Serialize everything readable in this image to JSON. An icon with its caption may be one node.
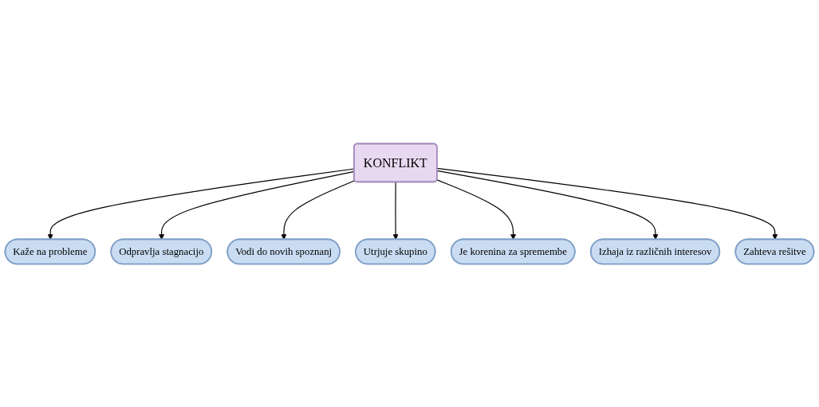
{
  "diagram": {
    "nodes": [
      {
        "text": [
          "Kaže na probleme"
        ]
      },
      {
        "text": [
          "Zahteva rešitve"
        ]
      },
      {
        "text": [
          "KONFLIKT"
        ]
      },
      {
        "text": [
          "Odpravlja stagnacijo"
        ]
      },
      {
        "text": [
          "Izhaja iz različnih interesov"
        ]
      },
      {
        "text": [
          "Vodi do novih spoznanj"
        ]
      },
      {
        "text": [
          "Je korenina za spremembe"
        ]
      },
      {
        "text": [
          "Utrjuje skupino"
        ]
      }
    ],
    "edges": [
      {
        "from": 2,
        "to": 0,
        "arrow": "to"
      },
      {
        "from": 2,
        "to": 3,
        "arrow": "to"
      },
      {
        "from": 2,
        "to": 5,
        "arrow": "to"
      },
      {
        "from": 2,
        "to": 7,
        "arrow": "to"
      },
      {
        "from": 2,
        "to": 6,
        "arrow": "to"
      },
      {
        "from": 2,
        "to": 4,
        "arrow": "to"
      },
      {
        "from": 2,
        "to": 1,
        "arrow": "to"
      }
    ]
  }
}
